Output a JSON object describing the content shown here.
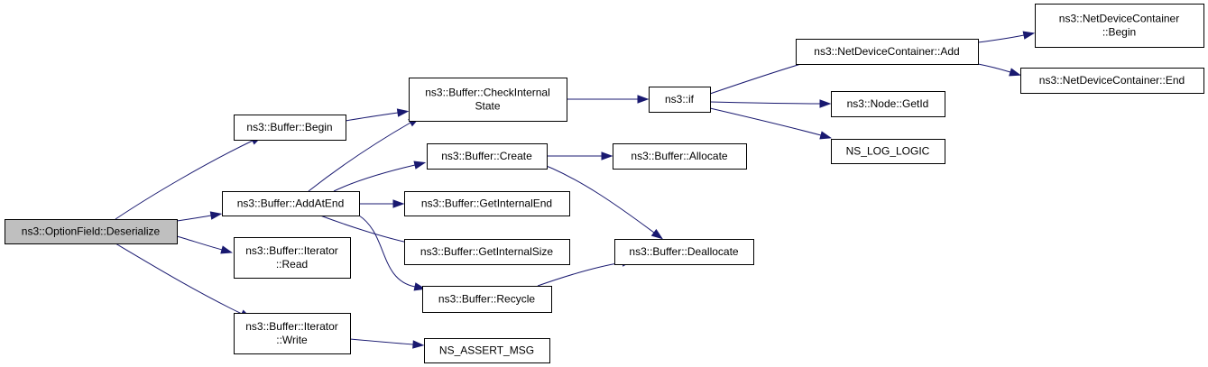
{
  "graph": {
    "nodes": [
      {
        "id": "n1",
        "lines": [
          "ns3::OptionField::Deserialize"
        ],
        "root": true
      },
      {
        "id": "n2",
        "lines": [
          "ns3::Buffer::Begin"
        ]
      },
      {
        "id": "n3",
        "lines": [
          "ns3::Buffer::AddAtEnd"
        ]
      },
      {
        "id": "n4",
        "lines": [
          "ns3::Buffer::Iterator",
          "::Read"
        ]
      },
      {
        "id": "n5",
        "lines": [
          "ns3::Buffer::Iterator",
          "::Write"
        ]
      },
      {
        "id": "n6",
        "lines": [
          "ns3::Buffer::CheckInternal",
          "State"
        ]
      },
      {
        "id": "n7",
        "lines": [
          "ns3::Buffer::Create"
        ]
      },
      {
        "id": "n8",
        "lines": [
          "ns3::Buffer::GetInternalEnd"
        ]
      },
      {
        "id": "n9",
        "lines": [
          "ns3::Buffer::GetInternalSize"
        ]
      },
      {
        "id": "n10",
        "lines": [
          "ns3::Buffer::Recycle"
        ]
      },
      {
        "id": "n11",
        "lines": [
          "NS_ASSERT_MSG"
        ]
      },
      {
        "id": "n12",
        "lines": [
          "ns3::if"
        ]
      },
      {
        "id": "n13",
        "lines": [
          "ns3::Buffer::Allocate"
        ]
      },
      {
        "id": "n14",
        "lines": [
          "ns3::Buffer::Deallocate"
        ]
      },
      {
        "id": "n15",
        "lines": [
          "ns3::NetDeviceContainer::Add"
        ]
      },
      {
        "id": "n16",
        "lines": [
          "ns3::Node::GetId"
        ]
      },
      {
        "id": "n17",
        "lines": [
          "NS_LOG_LOGIC"
        ]
      },
      {
        "id": "n18",
        "lines": [
          "ns3::NetDeviceContainer",
          "::Begin"
        ]
      },
      {
        "id": "n19",
        "lines": [
          "ns3::NetDeviceContainer::End"
        ]
      }
    ],
    "edges": [
      {
        "from": "n1",
        "to": "n2"
      },
      {
        "from": "n1",
        "to": "n3"
      },
      {
        "from": "n1",
        "to": "n4"
      },
      {
        "from": "n1",
        "to": "n5"
      },
      {
        "from": "n2",
        "to": "n6"
      },
      {
        "from": "n3",
        "to": "n6"
      },
      {
        "from": "n3",
        "to": "n7"
      },
      {
        "from": "n3",
        "to": "n8"
      },
      {
        "from": "n3",
        "to": "n9"
      },
      {
        "from": "n3",
        "to": "n10"
      },
      {
        "from": "n5",
        "to": "n11"
      },
      {
        "from": "n6",
        "to": "n12"
      },
      {
        "from": "n7",
        "to": "n13"
      },
      {
        "from": "n7",
        "to": "n14"
      },
      {
        "from": "n10",
        "to": "n14"
      },
      {
        "from": "n12",
        "to": "n15"
      },
      {
        "from": "n12",
        "to": "n16"
      },
      {
        "from": "n12",
        "to": "n17"
      },
      {
        "from": "n15",
        "to": "n18"
      },
      {
        "from": "n15",
        "to": "n19"
      }
    ],
    "colors": {
      "edge": "#191970",
      "root_fill": "#bfbfbf",
      "node_fill": "#ffffff",
      "border": "#000000"
    }
  }
}
